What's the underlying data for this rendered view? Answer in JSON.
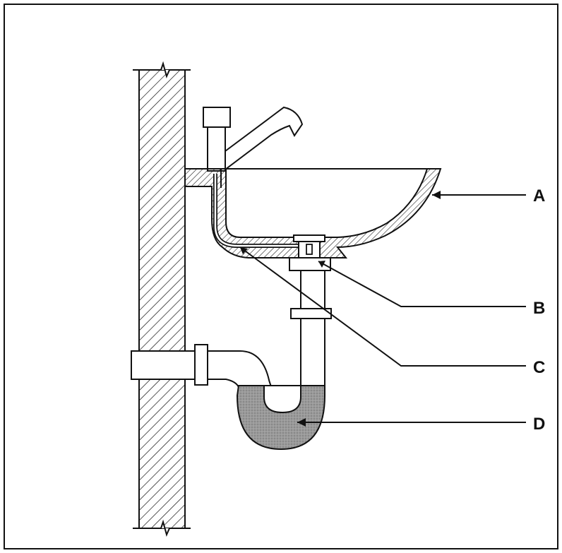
{
  "labels": {
    "a": "A",
    "b": "B",
    "c": "C",
    "d": "D"
  },
  "colors": {
    "line": "#111111",
    "background": "#ffffff",
    "trap_water": "#8f8f8f"
  }
}
